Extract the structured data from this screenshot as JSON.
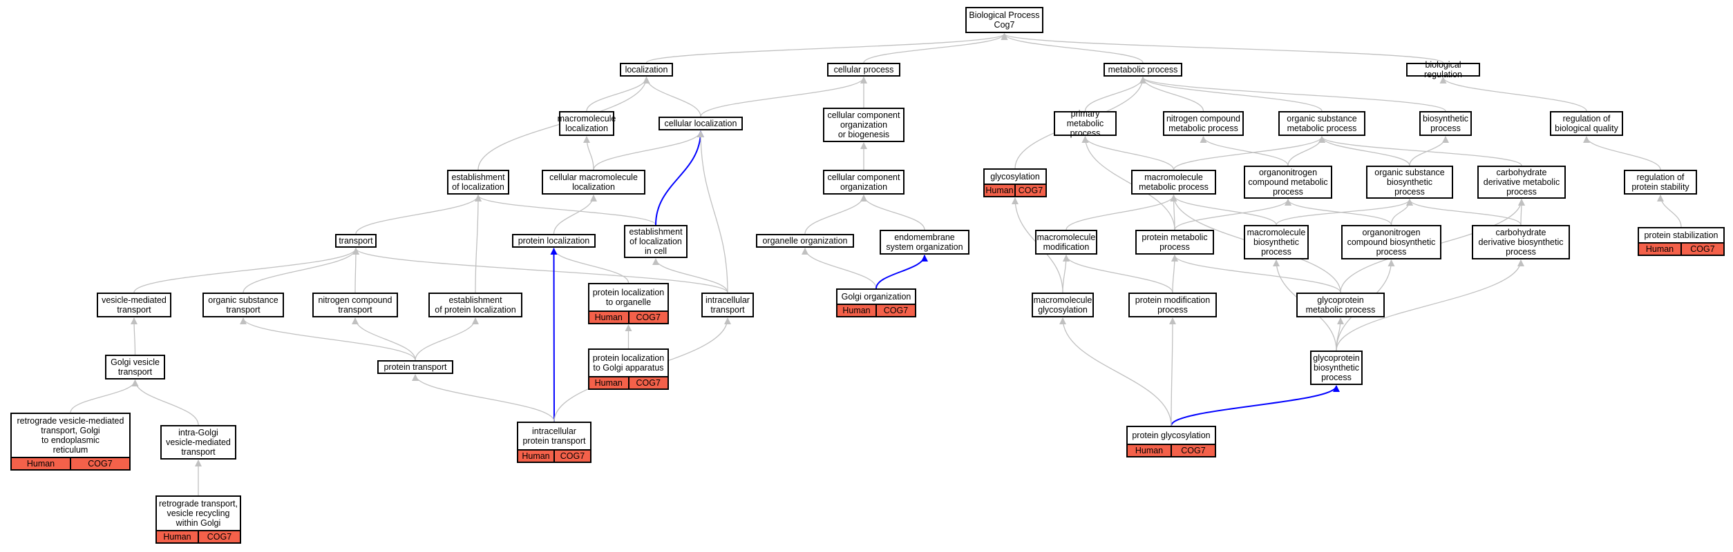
{
  "colors": {
    "edge_default": "#c0c0c0",
    "edge_highlight": "#0000ff",
    "annotation_fill": "#f4614a",
    "node_border": "#000000"
  },
  "nodes": [
    {
      "id": "bp",
      "label": "Biological Process\nCog7"
    },
    {
      "id": "loc",
      "label": "localization"
    },
    {
      "id": "cellproc",
      "label": "cellular process"
    },
    {
      "id": "metab",
      "label": "metabolic process"
    },
    {
      "id": "bioreg",
      "label": "biological regulation"
    },
    {
      "id": "macroloc",
      "label": "macromolecule\nlocalization"
    },
    {
      "id": "cellloc",
      "label": "cellular localization"
    },
    {
      "id": "ccorg",
      "label": "cellular component\norganization\nor biogenesis"
    },
    {
      "id": "primmet",
      "label": "primary metabolic\nprocess"
    },
    {
      "id": "nitmet",
      "label": "nitrogen compound\nmetabolic process"
    },
    {
      "id": "orgsub",
      "label": "organic substance\nmetabolic process"
    },
    {
      "id": "biosyn",
      "label": "biosynthetic\nprocess"
    },
    {
      "id": "regbq",
      "label": "regulation of\nbiological quality"
    },
    {
      "id": "estloc",
      "label": "establishment\nof localization"
    },
    {
      "id": "cmacroloc",
      "label": "cellular macromolecule\nlocalization"
    },
    {
      "id": "ccorg2",
      "label": "cellular component\norganization"
    },
    {
      "id": "glycos",
      "label": "glycosylation",
      "annotations": [
        "Human",
        "COG7"
      ]
    },
    {
      "id": "macromet",
      "label": "macromolecule\nmetabolic process"
    },
    {
      "id": "orgnitmet",
      "label": "organonitrogen\ncompound metabolic\nprocess"
    },
    {
      "id": "orgsubbio",
      "label": "organic substance\nbiosynthetic\nprocess"
    },
    {
      "id": "carbmet",
      "label": "carbohydrate\nderivative metabolic\nprocess"
    },
    {
      "id": "regps",
      "label": "regulation of\nprotein stability"
    },
    {
      "id": "transport",
      "label": "transport"
    },
    {
      "id": "protloc",
      "label": "protein localization"
    },
    {
      "id": "estloccell",
      "label": "establishment\nof localization\nin cell"
    },
    {
      "id": "orgorg",
      "label": "organelle organization"
    },
    {
      "id": "endo",
      "label": "endomembrane\nsystem organization"
    },
    {
      "id": "macromod",
      "label": "macromolecule\nmodification"
    },
    {
      "id": "protmet",
      "label": "protein metabolic\nprocess"
    },
    {
      "id": "macrobio",
      "label": "macromolecule\nbiosynthetic\nprocess"
    },
    {
      "id": "orgnitbio",
      "label": "organonitrogen\ncompound biosynthetic\nprocess"
    },
    {
      "id": "carbbio",
      "label": "carbohydrate\nderivative biosynthetic\nprocess"
    },
    {
      "id": "protstab",
      "label": "protein stabilization",
      "annotations": [
        "Human",
        "COG7"
      ]
    },
    {
      "id": "vesic",
      "label": "vesicle-mediated\ntransport"
    },
    {
      "id": "orgsubtr",
      "label": "organic substance\ntransport"
    },
    {
      "id": "nitcomptr",
      "label": "nitrogen compound\ntransport"
    },
    {
      "id": "estprotloc",
      "label": "establishment\nof protein localization"
    },
    {
      "id": "protlocorg",
      "label": "protein localization\nto organelle",
      "annotations": [
        "Human",
        "COG7"
      ]
    },
    {
      "id": "intratr",
      "label": "intracellular\ntransport"
    },
    {
      "id": "golgiorg",
      "label": "Golgi organization",
      "annotations": [
        "Human",
        "COG7"
      ]
    },
    {
      "id": "macroglyc",
      "label": "macromolecule\nglycosylation"
    },
    {
      "id": "protmod",
      "label": "protein modification\nprocess"
    },
    {
      "id": "glycoprotmet",
      "label": "glycoprotein\nmetabolic process"
    },
    {
      "id": "golgives",
      "label": "Golgi vesicle\ntransport"
    },
    {
      "id": "prottr",
      "label": "protein transport"
    },
    {
      "id": "protlocgolgi",
      "label": "protein localization\nto Golgi apparatus",
      "annotations": [
        "Human",
        "COG7"
      ]
    },
    {
      "id": "glycoprotbio",
      "label": "glycoprotein\nbiosynthetic\nprocess"
    },
    {
      "id": "retroves",
      "label": "retrograde vesicle-mediated\ntransport, Golgi\nto endoplasmic\nreticulum",
      "annotations": [
        "Human",
        "COG7"
      ]
    },
    {
      "id": "intragolgi",
      "label": "intra-Golgi\nvesicle-mediated\ntransport"
    },
    {
      "id": "intraprottr",
      "label": "intracellular\nprotein transport",
      "annotations": [
        "Human",
        "COG7"
      ]
    },
    {
      "id": "protglyc",
      "label": "protein glycosylation",
      "annotations": [
        "Human",
        "COG7"
      ]
    },
    {
      "id": "retrotr",
      "label": "retrograde transport,\nvesicle recycling\nwithin Golgi",
      "annotations": [
        "Human",
        "COG7"
      ]
    }
  ],
  "edges": [
    {
      "from": "loc",
      "to": "bp"
    },
    {
      "from": "cellproc",
      "to": "bp"
    },
    {
      "from": "metab",
      "to": "bp"
    },
    {
      "from": "bioreg",
      "to": "bp"
    },
    {
      "from": "macroloc",
      "to": "loc"
    },
    {
      "from": "cellloc",
      "to": "loc"
    },
    {
      "from": "cellloc",
      "to": "cellproc"
    },
    {
      "from": "ccorg",
      "to": "cellproc"
    },
    {
      "from": "primmet",
      "to": "metab"
    },
    {
      "from": "nitmet",
      "to": "metab"
    },
    {
      "from": "orgsub",
      "to": "metab"
    },
    {
      "from": "biosyn",
      "to": "metab"
    },
    {
      "from": "regbq",
      "to": "bioreg"
    },
    {
      "from": "estloc",
      "to": "loc"
    },
    {
      "from": "cmacroloc",
      "to": "macroloc"
    },
    {
      "from": "cmacroloc",
      "to": "cellloc"
    },
    {
      "from": "ccorg2",
      "to": "ccorg"
    },
    {
      "from": "glycos",
      "to": "metab"
    },
    {
      "from": "macromet",
      "to": "orgsub"
    },
    {
      "from": "macromet",
      "to": "primmet"
    },
    {
      "from": "orgnitmet",
      "to": "orgsub"
    },
    {
      "from": "orgnitmet",
      "to": "nitmet"
    },
    {
      "from": "orgsubbio",
      "to": "orgsub"
    },
    {
      "from": "orgsubbio",
      "to": "biosyn"
    },
    {
      "from": "carbmet",
      "to": "orgsub"
    },
    {
      "from": "regps",
      "to": "regbq"
    },
    {
      "from": "transport",
      "to": "estloc"
    },
    {
      "from": "protloc",
      "to": "cmacroloc"
    },
    {
      "from": "estloccell",
      "to": "estloc"
    },
    {
      "from": "estloccell",
      "to": "cellloc",
      "highlight": true
    },
    {
      "from": "orgorg",
      "to": "ccorg2"
    },
    {
      "from": "endo",
      "to": "ccorg2"
    },
    {
      "from": "macromod",
      "to": "macromet"
    },
    {
      "from": "protmet",
      "to": "macromet"
    },
    {
      "from": "protmet",
      "to": "orgnitmet"
    },
    {
      "from": "protmet",
      "to": "primmet"
    },
    {
      "from": "macrobio",
      "to": "macromet"
    },
    {
      "from": "macrobio",
      "to": "orgsubbio"
    },
    {
      "from": "orgnitbio",
      "to": "orgnitmet"
    },
    {
      "from": "orgnitbio",
      "to": "orgsubbio"
    },
    {
      "from": "carbbio",
      "to": "carbmet"
    },
    {
      "from": "carbbio",
      "to": "orgsubbio"
    },
    {
      "from": "protstab",
      "to": "regps"
    },
    {
      "from": "vesic",
      "to": "transport"
    },
    {
      "from": "orgsubtr",
      "to": "transport"
    },
    {
      "from": "nitcomptr",
      "to": "transport"
    },
    {
      "from": "estprotloc",
      "to": "estloc"
    },
    {
      "from": "protlocorg",
      "to": "protloc"
    },
    {
      "from": "intratr",
      "to": "transport"
    },
    {
      "from": "intratr",
      "to": "estloccell"
    },
    {
      "from": "intratr",
      "to": "cellloc"
    },
    {
      "from": "golgiorg",
      "to": "orgorg"
    },
    {
      "from": "golgiorg",
      "to": "endo",
      "highlight": true
    },
    {
      "from": "macroglyc",
      "to": "macromod"
    },
    {
      "from": "macroglyc",
      "to": "glycos"
    },
    {
      "from": "protmod",
      "to": "macromod"
    },
    {
      "from": "protmod",
      "to": "protmet"
    },
    {
      "from": "glycoprotmet",
      "to": "protmet"
    },
    {
      "from": "glycoprotmet",
      "to": "macromet"
    },
    {
      "from": "glycoprotmet",
      "to": "carbmet"
    },
    {
      "from": "golgives",
      "to": "vesic"
    },
    {
      "from": "prottr",
      "to": "estprotloc"
    },
    {
      "from": "prottr",
      "to": "orgsubtr"
    },
    {
      "from": "prottr",
      "to": "nitcomptr"
    },
    {
      "from": "protlocgolgi",
      "to": "protlocorg"
    },
    {
      "from": "glycoprotbio",
      "to": "glycoprotmet"
    },
    {
      "from": "glycoprotbio",
      "to": "carbbio"
    },
    {
      "from": "glycoprotbio",
      "to": "macrobio"
    },
    {
      "from": "glycoprotbio",
      "to": "orgnitbio"
    },
    {
      "from": "retroves",
      "to": "golgives"
    },
    {
      "from": "intragolgi",
      "to": "golgives"
    },
    {
      "from": "intraprottr",
      "to": "protloc",
      "highlight": true
    },
    {
      "from": "intraprottr",
      "to": "prottr"
    },
    {
      "from": "intraprottr",
      "to": "intratr"
    },
    {
      "from": "protglyc",
      "to": "glycoprotbio",
      "highlight": true
    },
    {
      "from": "protglyc",
      "to": "protmod"
    },
    {
      "from": "protglyc",
      "to": "macroglyc"
    },
    {
      "from": "retrotr",
      "to": "intragolgi"
    }
  ]
}
